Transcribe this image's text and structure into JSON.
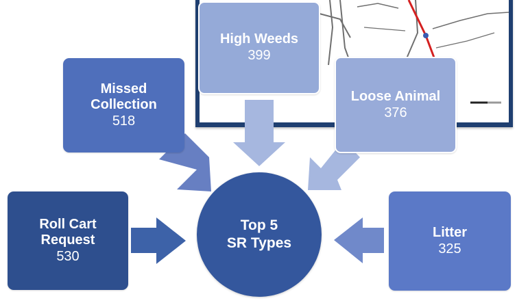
{
  "center": {
    "line1": "Top 5",
    "line2": "SR Types"
  },
  "items": {
    "roll_cart": {
      "label": "Roll Cart\nRequest",
      "value": "530",
      "color": "#2e4f8e"
    },
    "missed_collection": {
      "label": "Missed\nCollection",
      "value": "518",
      "color": "#4f6fbb"
    },
    "high_weeds": {
      "label": "High Weeds",
      "value": "399",
      "color": "#95aad8"
    },
    "loose_animal": {
      "label": "Loose Animal",
      "value": "376",
      "color": "#98abd9"
    },
    "litter": {
      "label": "Litter",
      "value": "325",
      "color": "#5b79c7"
    }
  },
  "colors": {
    "center": "#34579d",
    "map_frame": "#1f3f70",
    "map_highway": "#d42020",
    "map_roads": "#6f6f6f"
  }
}
